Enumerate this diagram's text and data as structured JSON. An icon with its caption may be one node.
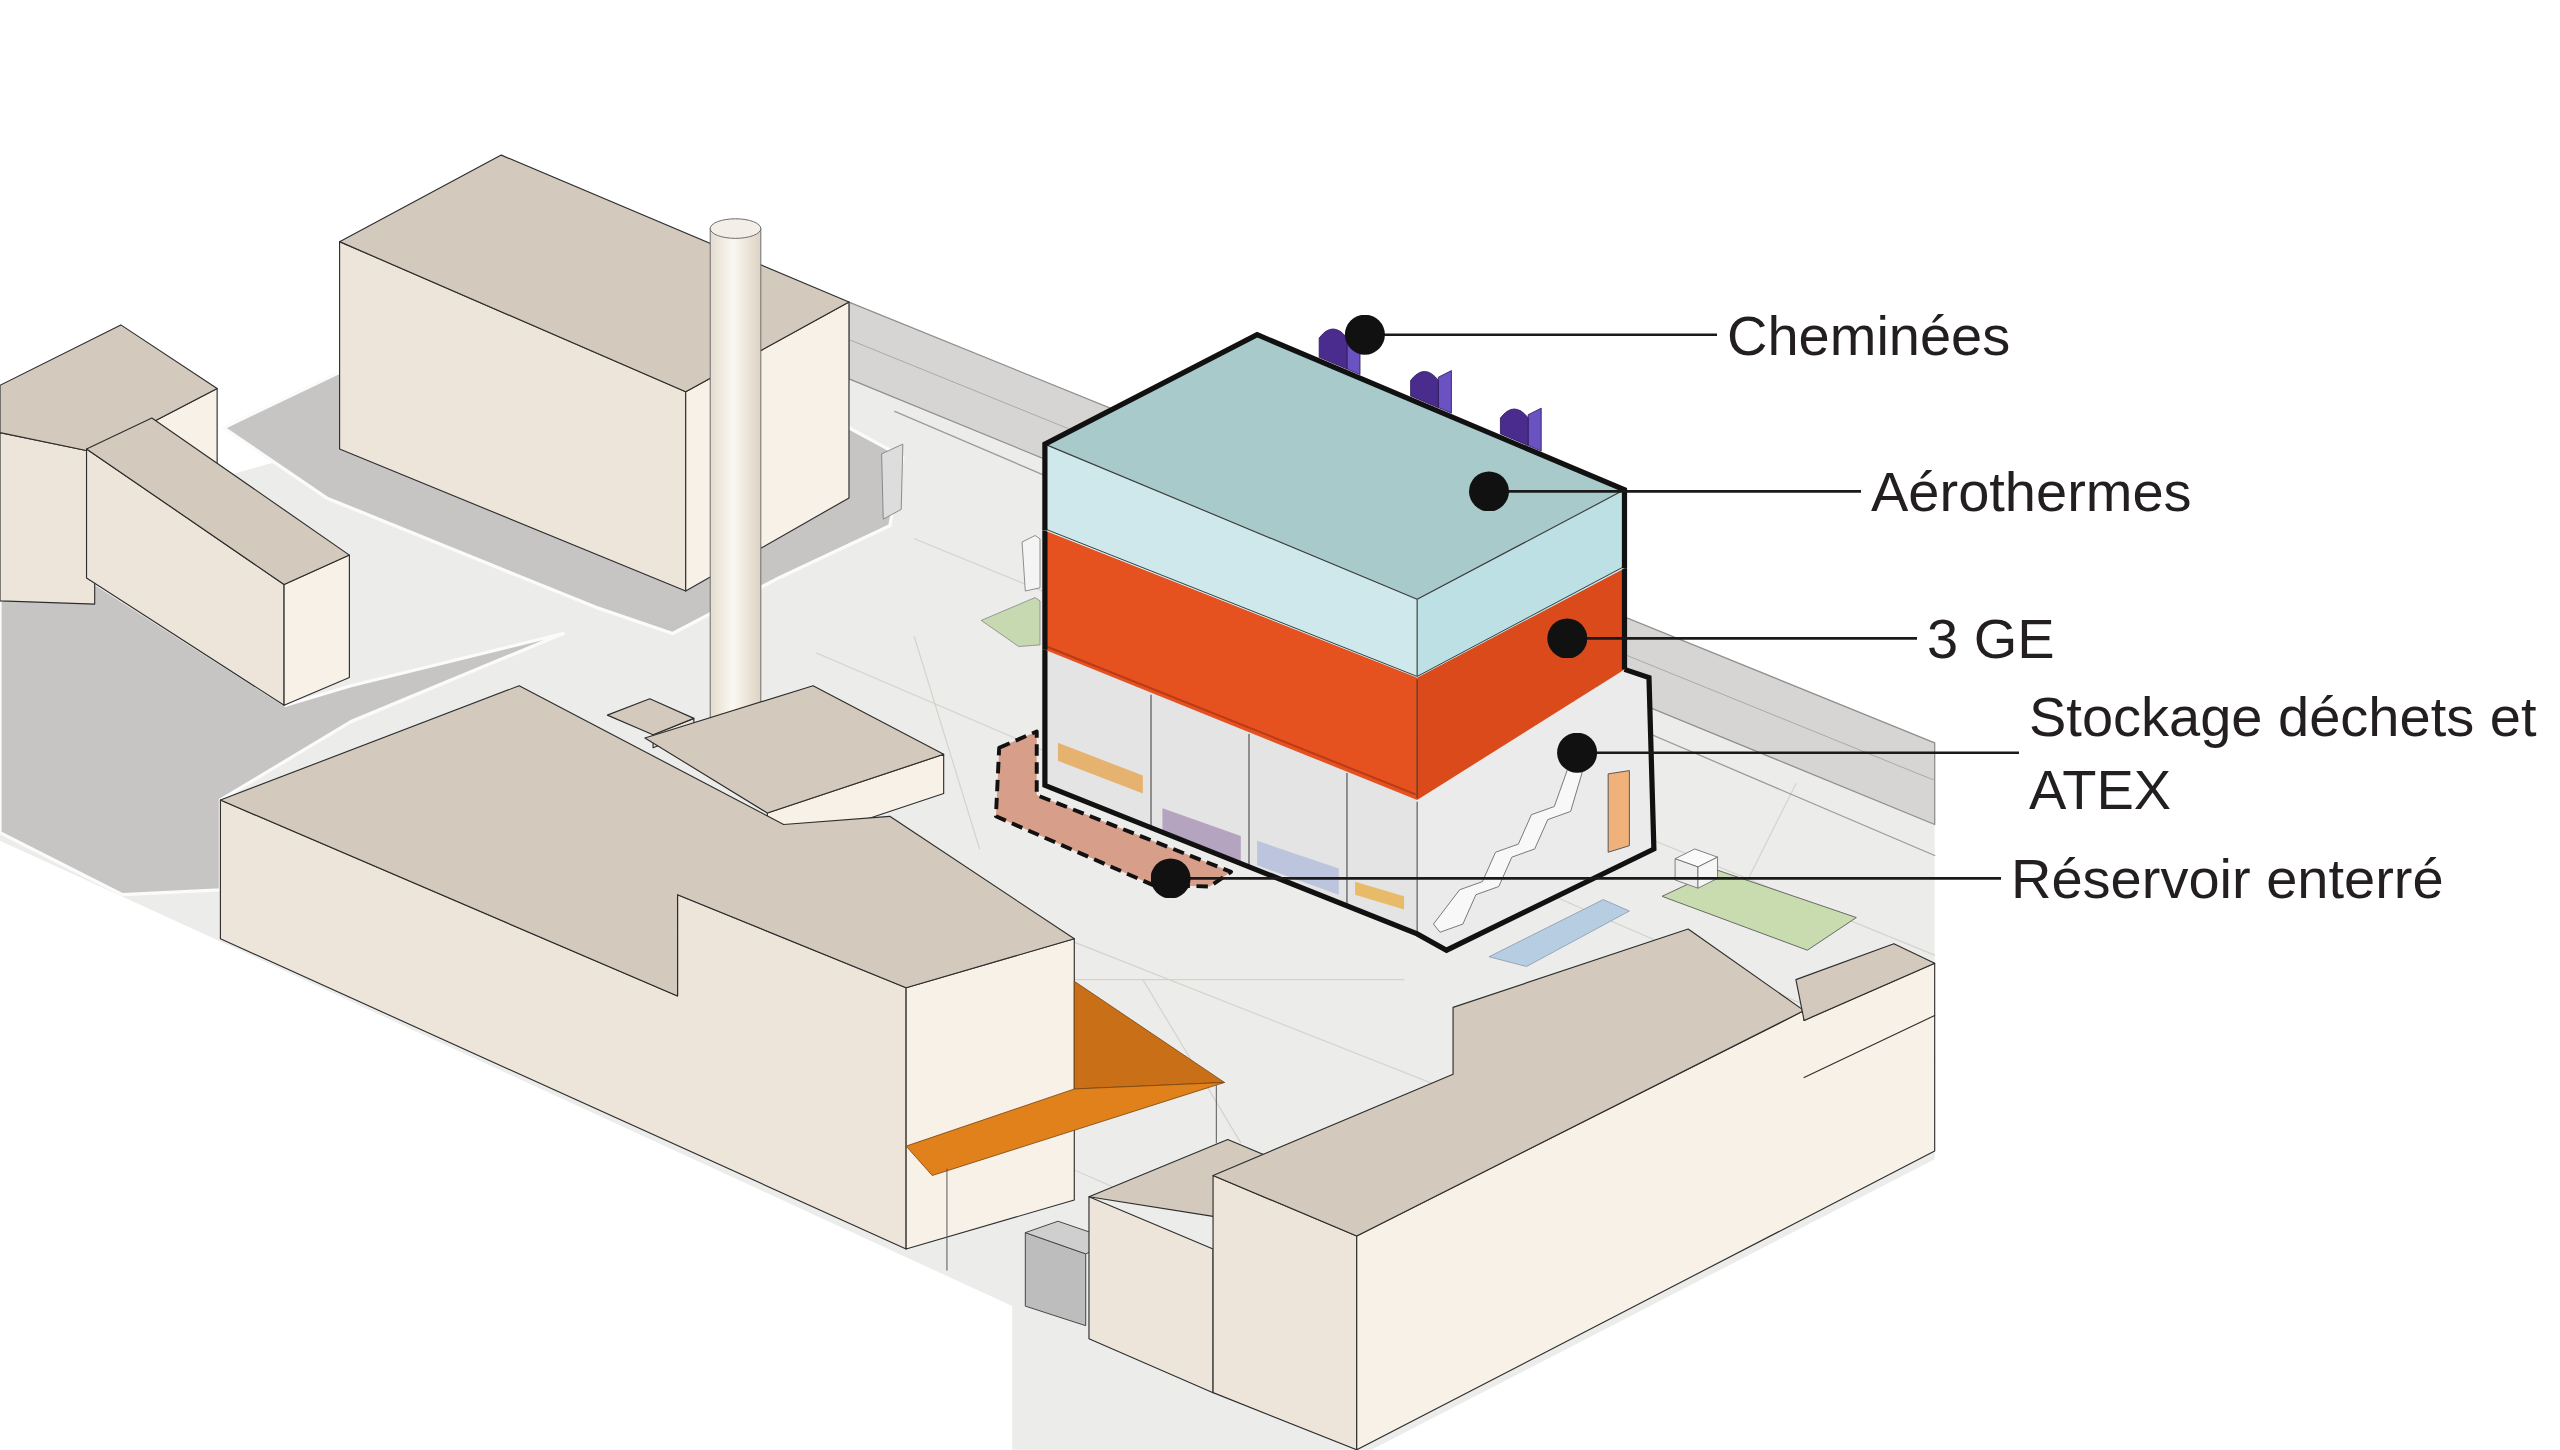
{
  "diagram": {
    "nodes": [
      {
        "text": [],
        "shape": "box"
      },
      {
        "text": [
          "Cheminées"
        ]
      },
      {
        "text": [],
        "shape": "box"
      },
      {
        "text": [
          "Aérothermes"
        ]
      },
      {
        "text": [],
        "shape": "box"
      },
      {
        "text": [
          "3 GE"
        ]
      },
      {
        "text": [],
        "shape": "box"
      },
      {
        "text": [
          "Stockage déchets et ATEX"
        ]
      },
      {
        "text": [],
        "shape": "box"
      },
      {
        "text": [
          "Réservoir enterré"
        ]
      }
    ],
    "edges": [
      {
        "from": 1,
        "to": 0,
        "arrow": "other"
      },
      {
        "from": 3,
        "to": 2,
        "arrow": "other"
      },
      {
        "from": 5,
        "to": 4,
        "arrow": "other"
      },
      {
        "from": 7,
        "to": 6,
        "arrow": "other"
      },
      {
        "from": 9,
        "to": 8,
        "arrow": "other"
      }
    ]
  }
}
